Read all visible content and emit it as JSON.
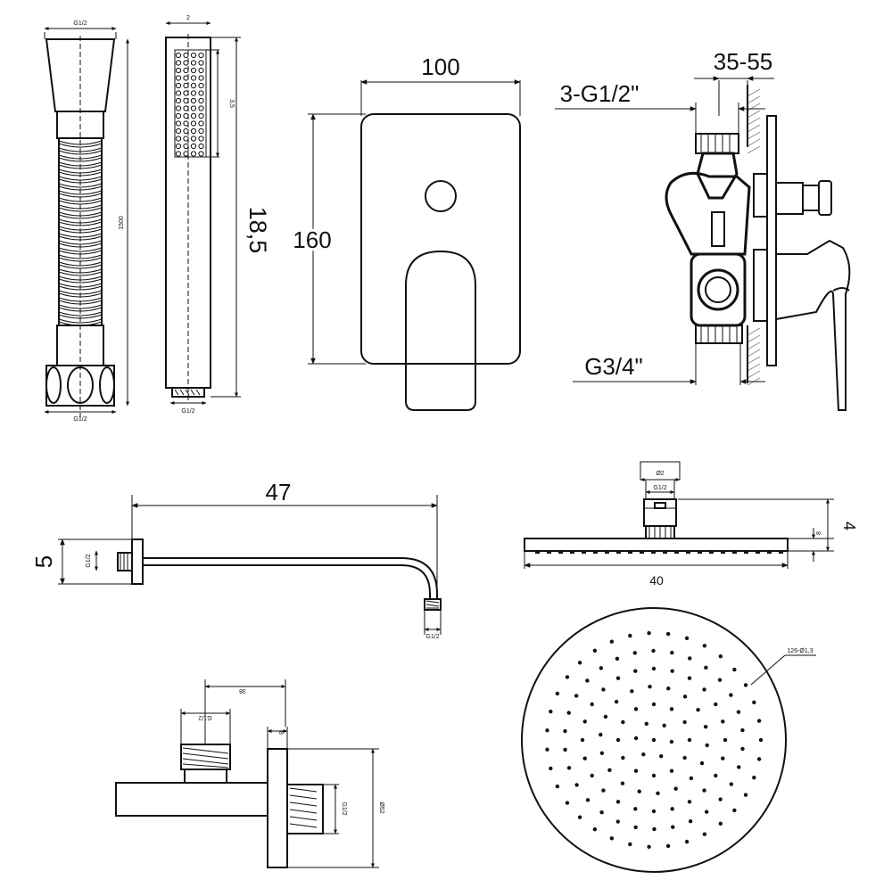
{
  "hose": {
    "top_label": "G1/2",
    "length_label": "1500",
    "bottom_label": "G1/2"
  },
  "hand_shower": {
    "top_label": "2",
    "pitch_label": "3,5",
    "length_label": "18,5",
    "bottom_label": "G1/2"
  },
  "mixer_front": {
    "width_label": "100",
    "height_label": "160"
  },
  "mixer_body": {
    "depth_label": "35-55",
    "outlets_label": "3-G1/2\"",
    "inlet_label": "G3/4\""
  },
  "shower_arm": {
    "length_label": "47",
    "height_label": "5",
    "thread_label": "G1/2",
    "end_thread_label": "G1/2"
  },
  "head_side": {
    "top_dia_label": "Ø2",
    "thread_label": "G1/2",
    "width_label": "40",
    "thickness_label": "4",
    "plate_label": "8"
  },
  "head_top": {
    "nozzles_label": "126-Ø1,3"
  },
  "wall_outlet": {
    "offset_label": "38",
    "thread_label": "G1/2",
    "plate_label": "8",
    "inner_thread_label": "G1/2",
    "diameter_label": "Ø52"
  }
}
